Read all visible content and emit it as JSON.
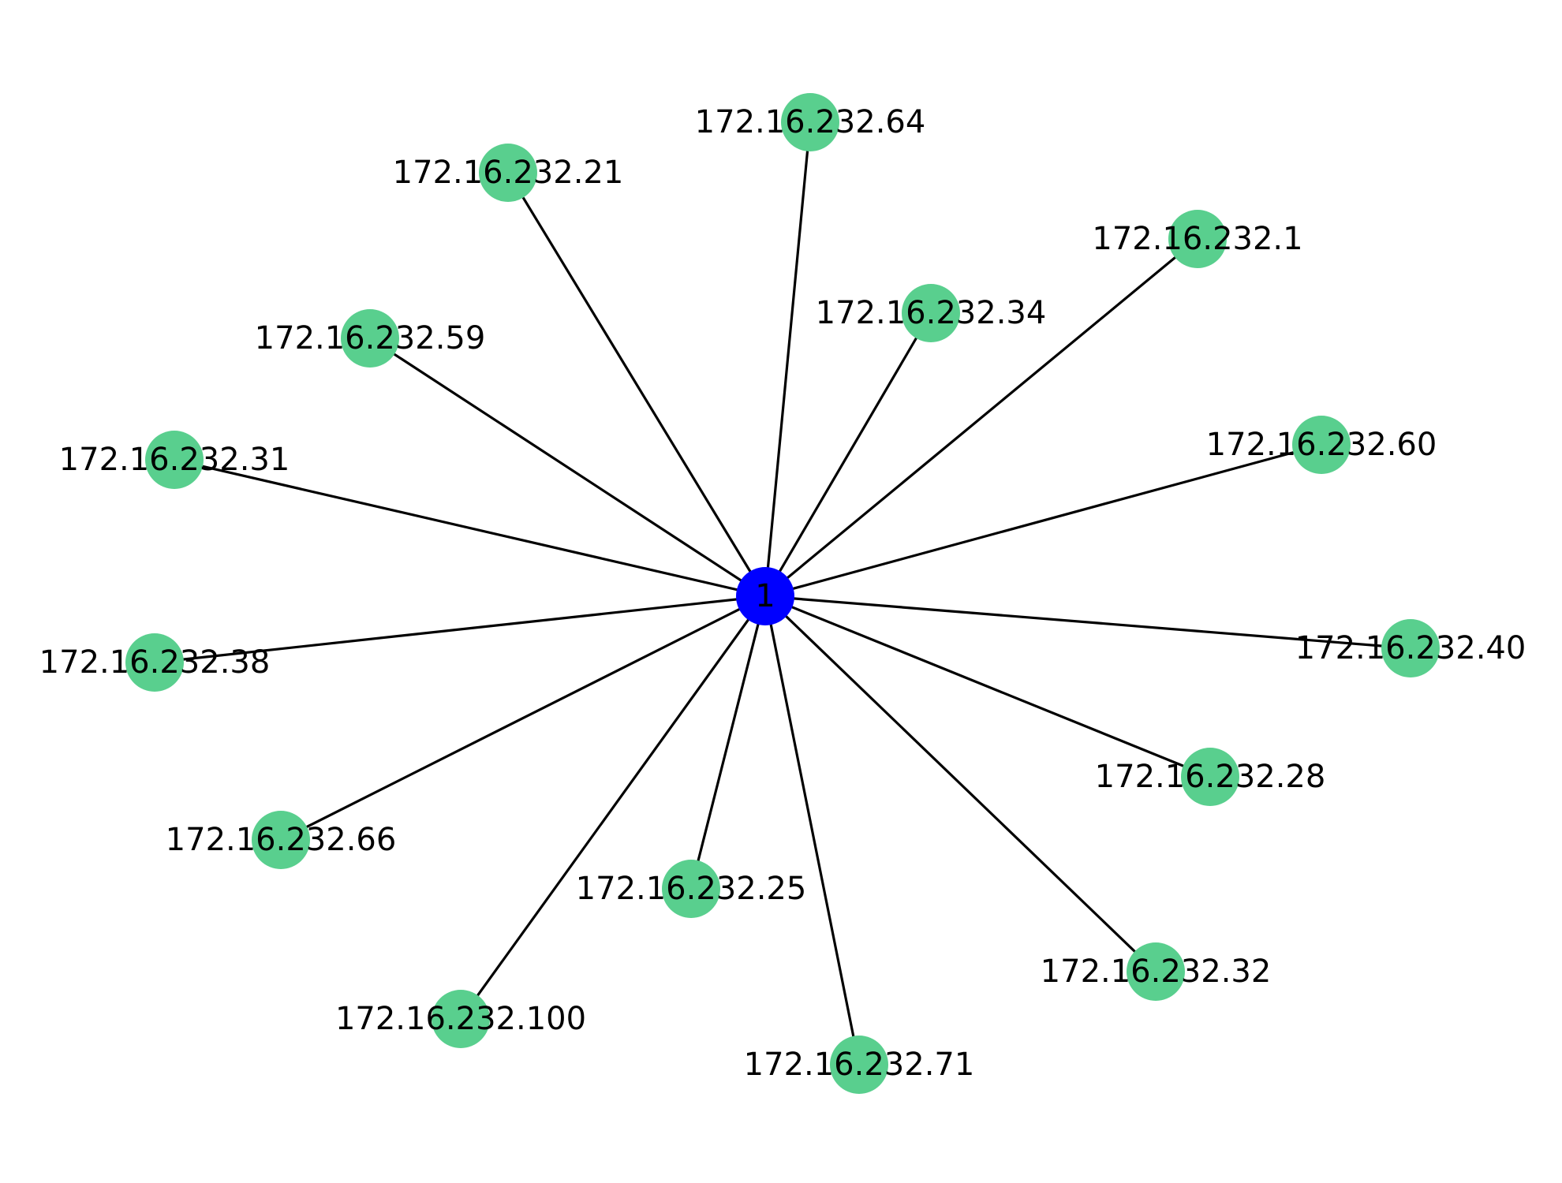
{
  "graph": {
    "hub": {
      "label": "1",
      "color": "#0000ff"
    },
    "leaf_color": "#59cf8e",
    "edge_color": "#000000",
    "leaves": [
      {
        "id": "n64",
        "label": "172.16.232.64"
      },
      {
        "id": "n21",
        "label": "172.16.232.21"
      },
      {
        "id": "n1",
        "label": "172.16.232.1"
      },
      {
        "id": "n34",
        "label": "172.16.232.34"
      },
      {
        "id": "n59",
        "label": "172.16.232.59"
      },
      {
        "id": "n60",
        "label": "172.16.232.60"
      },
      {
        "id": "n31",
        "label": "172.16.232.31"
      },
      {
        "id": "n40",
        "label": "172.16.232.40"
      },
      {
        "id": "n38",
        "label": "172.16.232.38"
      },
      {
        "id": "n28",
        "label": "172.16.232.28"
      },
      {
        "id": "n66",
        "label": "172.16.232.66"
      },
      {
        "id": "n25",
        "label": "172.16.232.25"
      },
      {
        "id": "n32",
        "label": "172.16.232.32"
      },
      {
        "id": "n100",
        "label": "172.16.232.100"
      },
      {
        "id": "n71",
        "label": "172.16.232.71"
      }
    ]
  }
}
